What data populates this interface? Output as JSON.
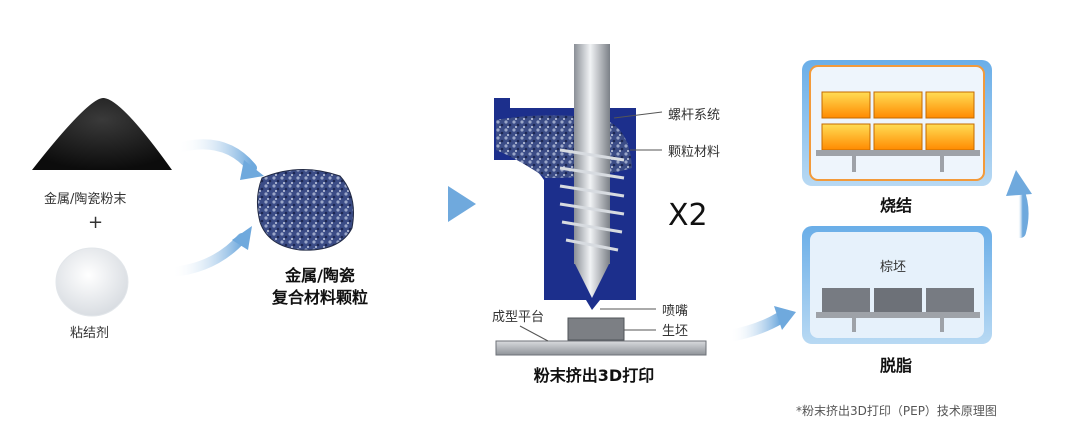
{
  "ingredients": {
    "powder_label": "金属/陶瓷粉末",
    "plus": "+",
    "binder_label": "粘结剂"
  },
  "granules": {
    "label_line1": "金属/陶瓷",
    "label_line2": "复合材料颗粒"
  },
  "printer": {
    "screw_label": "螺杆系统",
    "granule_label": "颗粒材料",
    "multiplier": "X2",
    "nozzle_label": "喷嘴",
    "platform_label": "成型平台",
    "green_part_label": "生坯",
    "caption": "粉末挤出3D打印"
  },
  "debinding": {
    "inner_label": "棕坯",
    "caption": "脱脂"
  },
  "sintering": {
    "caption": "烧结"
  },
  "footnote": "*粉末挤出3D打印（PEP）技术原理图",
  "colors": {
    "arrow_blue": "#7fb4e3",
    "barrel_navy": "#1c2f8c",
    "furnace_fill": "#ffb21a",
    "furnace_frame": "#dfe9f5"
  }
}
